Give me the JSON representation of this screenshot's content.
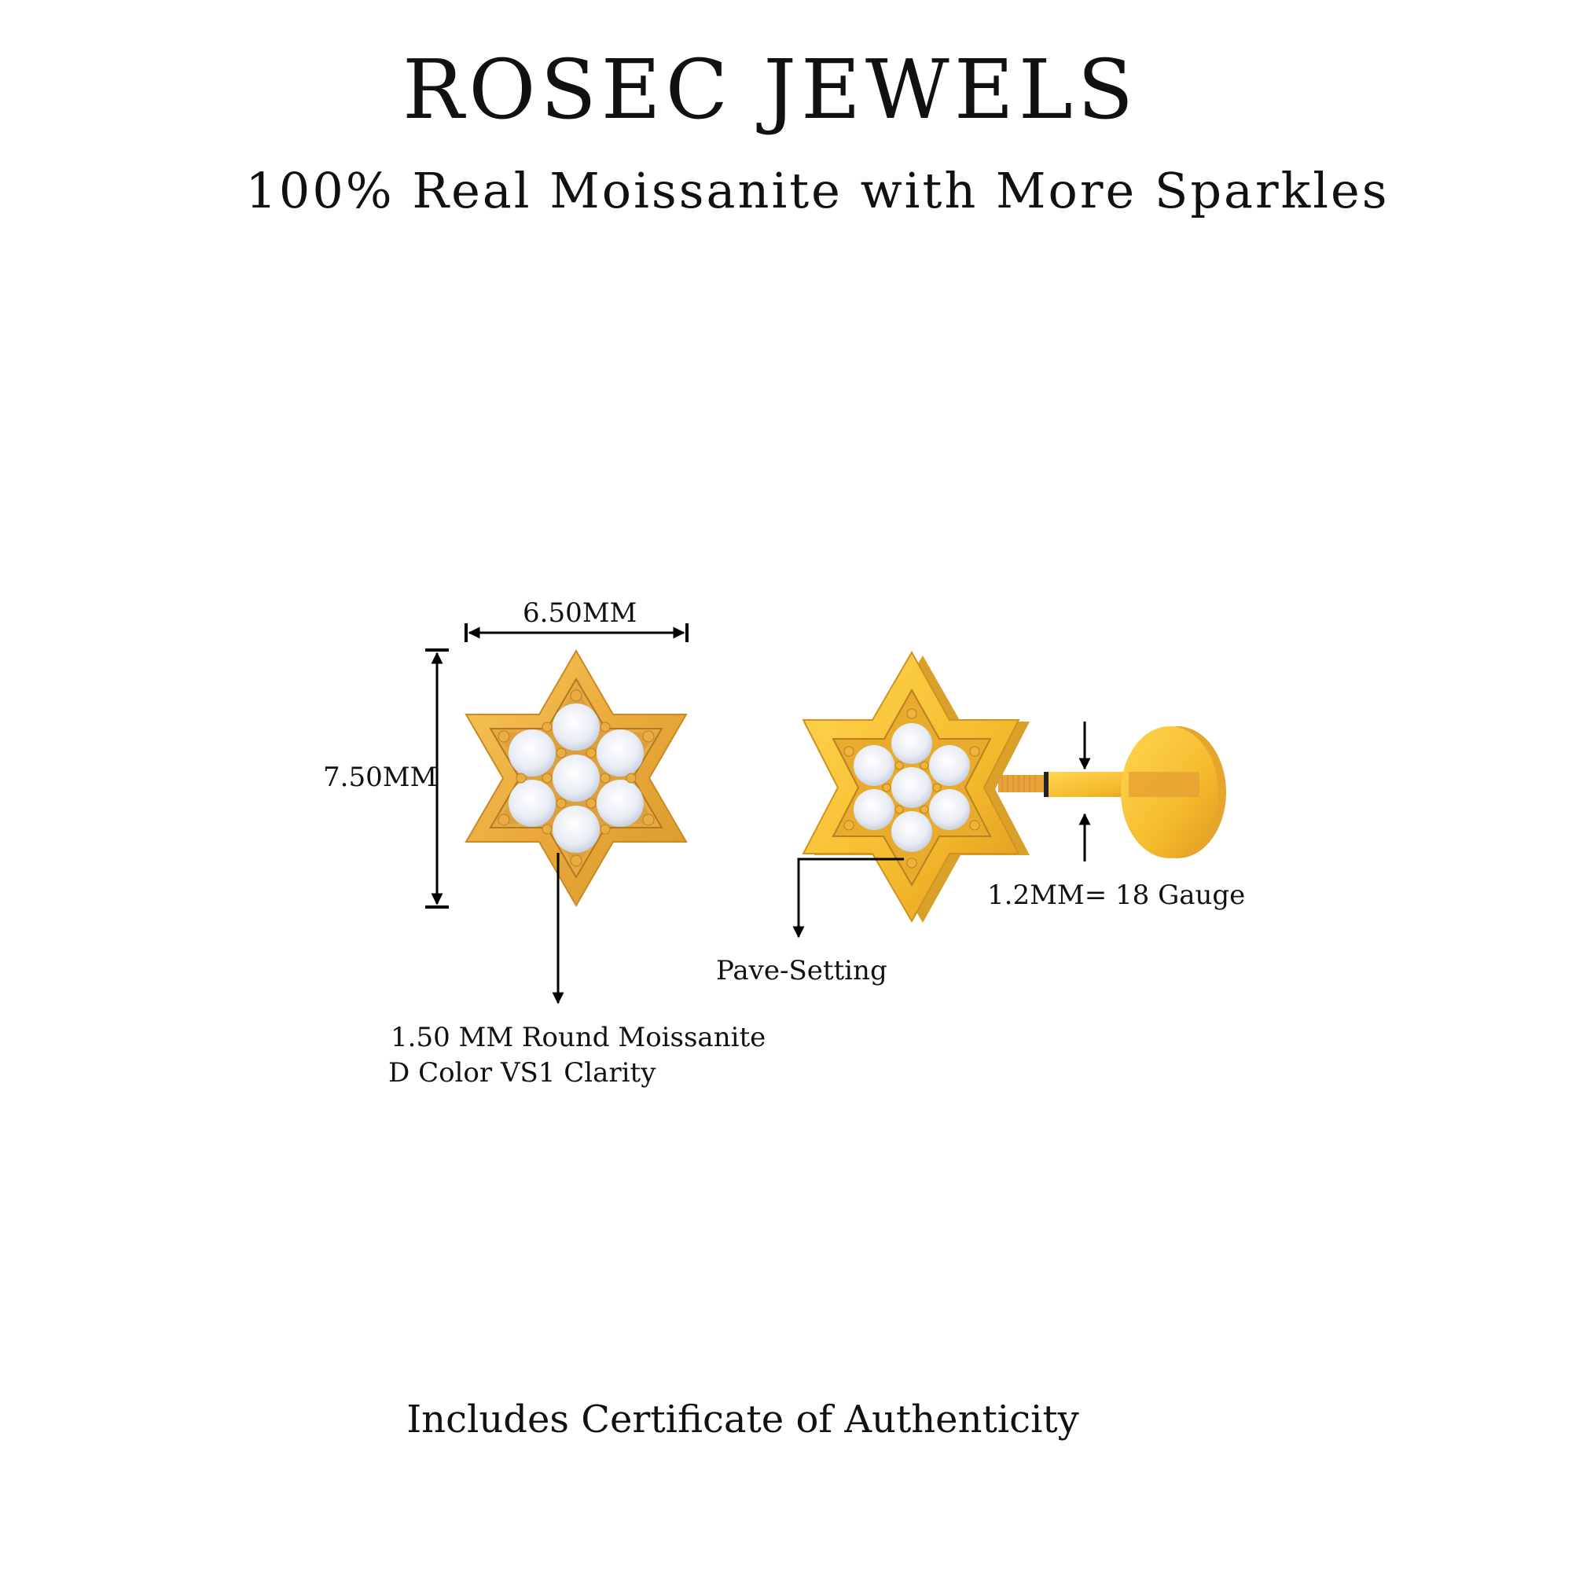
{
  "header": {
    "brand": "ROSEC JEWELS",
    "tagline": "100% Real Moissanite with More Sparkles"
  },
  "diagram": {
    "width_label": "6.50MM",
    "height_label": "7.50MM",
    "stone_label_line1": "1.50 MM Round Moissanite",
    "stone_label_line2": "D Color VS1 Clarity",
    "setting_label": "Pave-Setting",
    "gauge_label": "1.2MM= 18 Gauge",
    "metal_color": "#f2b43c",
    "metal_dark": "#d99a2b",
    "stone_color": "#eef1f7"
  },
  "footer": {
    "note": "Includes Certificate of Authenticity"
  }
}
